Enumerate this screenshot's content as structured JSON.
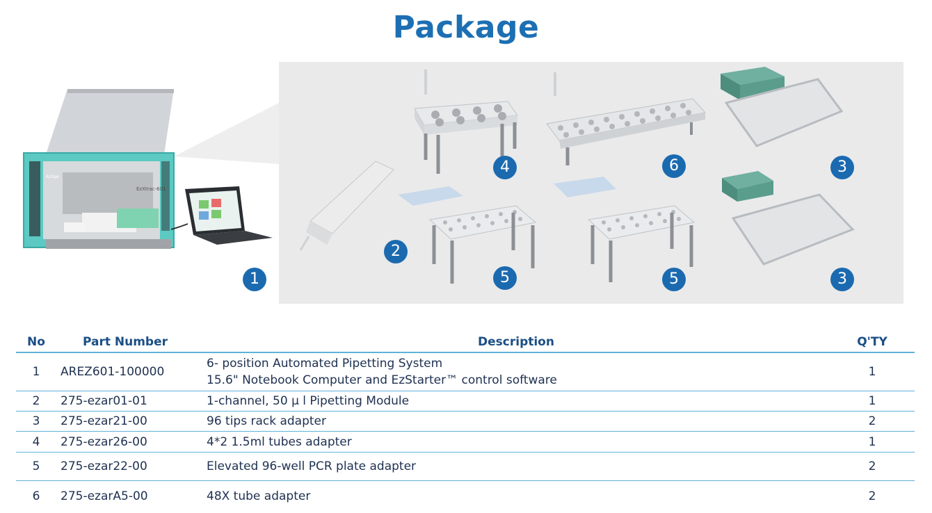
{
  "title": "Package",
  "badges": [
    "1",
    "2",
    "3",
    "3",
    "4",
    "5",
    "5",
    "6"
  ],
  "instrument_label": "EzXtrac-601",
  "instrument_logo": "AzXpe",
  "table": {
    "headers": {
      "no": "No",
      "part": "Part Number",
      "desc": "Description",
      "qty": "Q'TY"
    },
    "rows": [
      {
        "no": "1",
        "part": "AREZ601-100000",
        "desc": [
          "6- position Automated Pipetting System",
          "15.6\" Notebook Computer and EzStarter™ control software"
        ],
        "qty": "1"
      },
      {
        "no": "2",
        "part": "275-ezar01-01",
        "desc": [
          "1-channel, 50 μ l Pipetting Module"
        ],
        "qty": "1"
      },
      {
        "no": "3",
        "part": "275-ezar21-00",
        "desc": [
          "96 tips rack adapter"
        ],
        "qty": "2"
      },
      {
        "no": "4",
        "part": "275-ezar26-00",
        "desc": [
          "4*2 1.5ml tubes adapter"
        ],
        "qty": "1"
      },
      {
        "no": "5",
        "part": "275-ezar22-00",
        "desc": [
          "Elevated 96-well PCR plate adapter"
        ],
        "qty": "2"
      },
      {
        "no": "6",
        "part": "275-ezarA5-00",
        "desc": [
          "48X tube adapter"
        ],
        "qty": "2"
      }
    ]
  },
  "colors": {
    "title": "#1d6fb3",
    "badge": "#1b6ab0",
    "rule": "#5fb2d8",
    "instrument": "#3fc0bc"
  }
}
